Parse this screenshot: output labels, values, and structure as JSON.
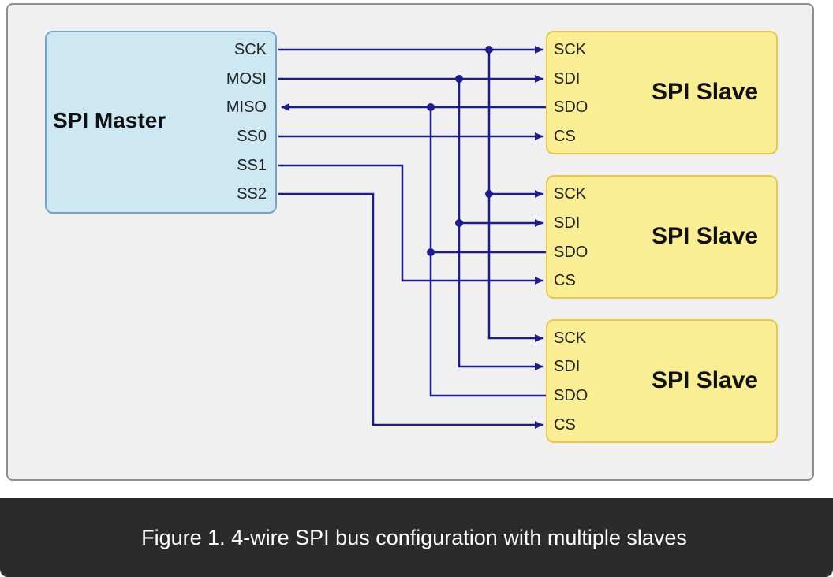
{
  "master": {
    "title": "SPI Master",
    "pins": [
      "SCK",
      "MOSI",
      "MISO",
      "SS0",
      "SS1",
      "SS2"
    ]
  },
  "slaves": [
    {
      "title": "SPI Slave",
      "pins": [
        "SCK",
        "SDI",
        "SDO",
        "CS"
      ]
    },
    {
      "title": "SPI Slave",
      "pins": [
        "SCK",
        "SDI",
        "SDO",
        "CS"
      ]
    },
    {
      "title": "SPI Slave",
      "pins": [
        "SCK",
        "SDI",
        "SDO",
        "CS"
      ]
    }
  ],
  "caption": "Figure 1. 4-wire SPI bus configuration with multiple slaves",
  "colors": {
    "wire": "#1c1c8c",
    "master_fill": "#cde7f3",
    "slave_fill": "#f9ee94",
    "caption_bg": "#2b2b2b"
  }
}
